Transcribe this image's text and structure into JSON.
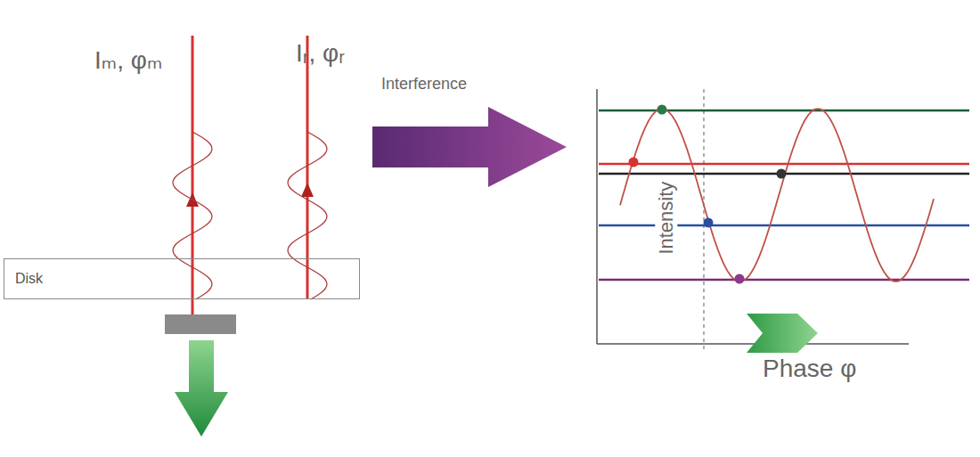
{
  "diagram": {
    "nodes": [
      {
        "text": [
          "Disk"
        ]
      }
    ],
    "labels": [
      "Iₘ, φₘ",
      "Iᵣ, φᵣ",
      "Interference",
      "Intensity",
      "Phase φ"
    ]
  }
}
